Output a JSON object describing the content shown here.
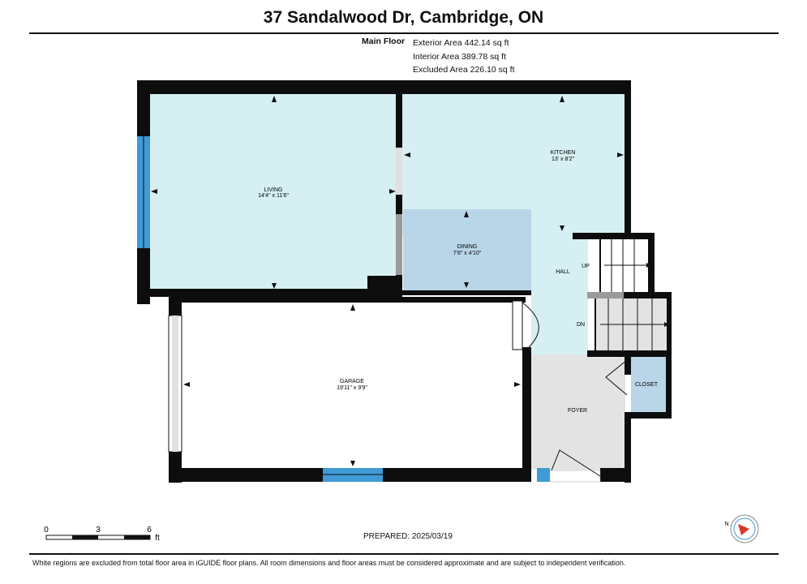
{
  "header": {
    "title": "37 Sandalwood Dr, Cambridge, ON",
    "floor_label": "Main Floor",
    "exterior_area": "Exterior Area 442.14 sq ft",
    "interior_area": "Interior Area 389.78 sq ft",
    "excluded_area": "Excluded Area 226.10 sq ft"
  },
  "rooms": {
    "living": {
      "name": "LIVING",
      "dims": "14'4\" x 11'6\""
    },
    "kitchen": {
      "name": "KITCHEN",
      "dims": "13' x 8'2\""
    },
    "dining": {
      "name": "DINING",
      "dims": "7'6\" x 4'10\""
    },
    "hall": {
      "name": "HALL"
    },
    "garage": {
      "name": "GARAGE",
      "dims": "19'11\" x 9'9\""
    },
    "foyer": {
      "name": "FOYER"
    },
    "closet": {
      "name": "CLOSET"
    }
  },
  "stairs": {
    "up": "UP",
    "down": "DN"
  },
  "scale": {
    "labels": [
      "0",
      "3",
      "6"
    ],
    "unit": "ft"
  },
  "prepared": "PREPARED: 2025/03/19",
  "compass": {
    "label": "N"
  },
  "footer": "White regions are excluded from total floor area in iGUIDE floor plans. All room dimensions and floor areas must be considered approximate and are subject to independent verification.",
  "colors": {
    "wall": "#0d0d0d",
    "living_fill": "#d6eff2",
    "dining_fill": "#b9d5e8",
    "garage_fill": "#ffffff",
    "foyer_fill": "#e3e3e3",
    "closet_fill": "#b9d5e8",
    "window": "#3f9ad6",
    "door_gray": "#9a9a9a"
  }
}
